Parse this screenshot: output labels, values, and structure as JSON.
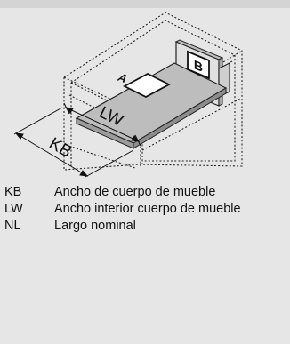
{
  "diagram": {
    "marker_a": "A",
    "marker_b": "B",
    "dim_lw": "LW",
    "dim_kb": "KB"
  },
  "legend": [
    {
      "code": "KB",
      "description": "Ancho de cuerpo de mueble"
    },
    {
      "code": "LW",
      "description": "Ancho interior cuerpo de mueble"
    },
    {
      "code": "NL",
      "description": "Largo nominal"
    }
  ]
}
